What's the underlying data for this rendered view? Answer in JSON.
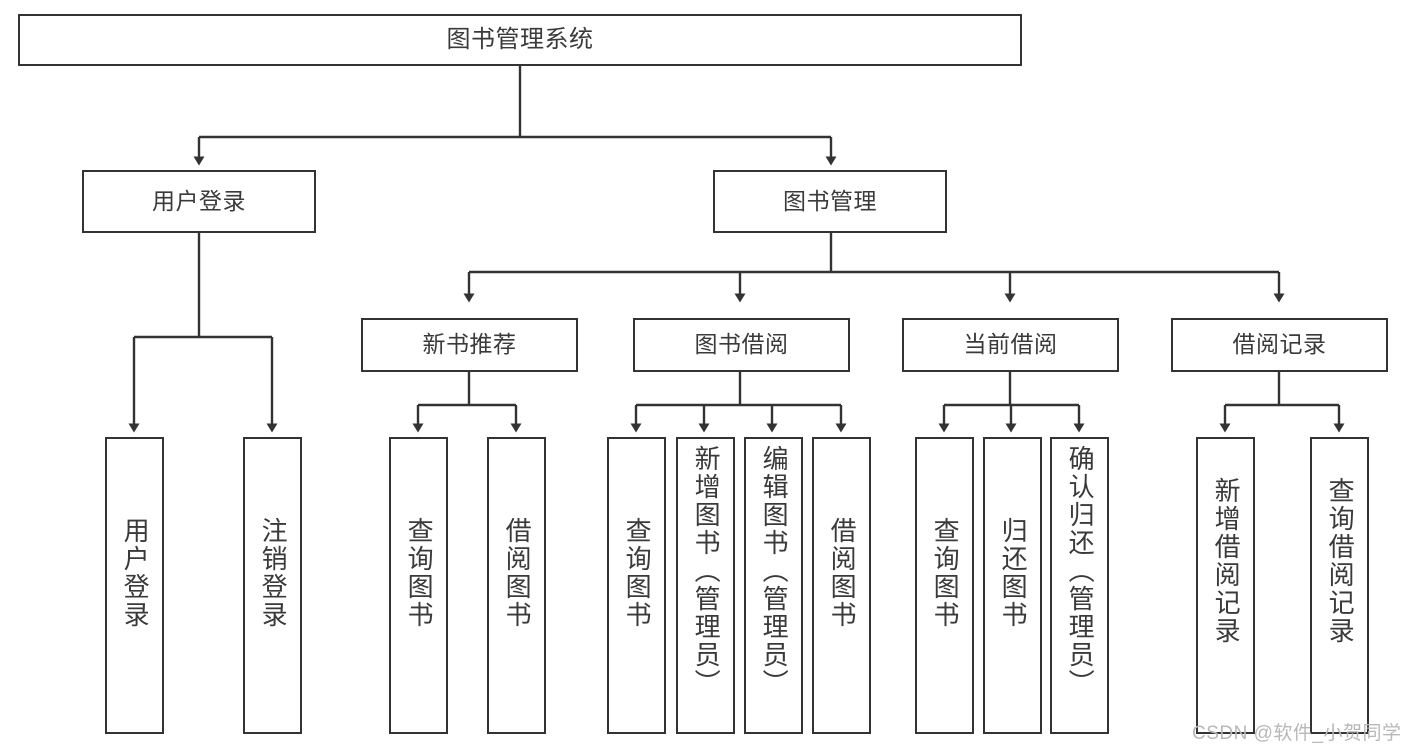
{
  "diagram": {
    "title_node": "图书管理系统",
    "type": "tree-hierarchy-diagram",
    "levels": 3,
    "colors": {
      "box_border": "#333333",
      "box_fill": "#ffffff",
      "connector": "#333333",
      "text": "#3a3a3a",
      "watermark": "#b8b8b8",
      "background": "#ffffff"
    },
    "nodes": {
      "root": {
        "label": "图书管理系统"
      },
      "level1": [
        {
          "label": "用户登录"
        },
        {
          "label": "图书管理"
        }
      ],
      "level2": [
        {
          "label": "新书推荐"
        },
        {
          "label": "图书借阅"
        },
        {
          "label": "当前借阅"
        },
        {
          "label": "借阅记录"
        }
      ],
      "leaves_user_login": [
        {
          "label": "用户登录"
        },
        {
          "label": "注销登录"
        }
      ],
      "leaves_new_book": [
        {
          "label": "查询图书"
        },
        {
          "label": "借阅图书"
        }
      ],
      "leaves_borrow": [
        {
          "label": "查询图书"
        },
        {
          "label": "新增图书（管理员）"
        },
        {
          "label": "编辑图书（管理员）"
        },
        {
          "label": "借阅图书"
        }
      ],
      "leaves_current": [
        {
          "label": "查询图书"
        },
        {
          "label": "归还图书"
        },
        {
          "label": "确认归还（管理员）"
        }
      ],
      "leaves_records": [
        {
          "label": "新增借阅记录"
        },
        {
          "label": "查询借阅记录"
        }
      ]
    },
    "watermark": "CSDN @软件_小贺同学"
  }
}
